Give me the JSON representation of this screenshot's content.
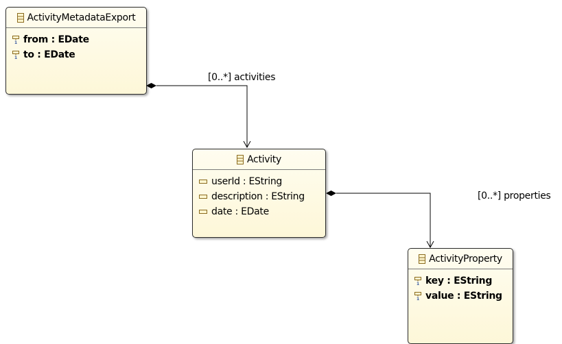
{
  "classes": {
    "export": {
      "name": "ActivityMetadataExport",
      "attributes": [
        {
          "name": "from",
          "type": "EDate",
          "multiplicity": "1",
          "bold": true
        },
        {
          "name": "to",
          "type": "EDate",
          "multiplicity": "1",
          "bold": true
        }
      ]
    },
    "activity": {
      "name": "Activity",
      "attributes": [
        {
          "name": "userId",
          "type": "EString",
          "bold": false
        },
        {
          "name": "description",
          "type": "EString",
          "bold": false
        },
        {
          "name": "date",
          "type": "EDate",
          "bold": false
        }
      ]
    },
    "property": {
      "name": "ActivityProperty",
      "attributes": [
        {
          "name": "key",
          "type": "EString",
          "multiplicity": "1",
          "bold": true
        },
        {
          "name": "value",
          "type": "EString",
          "multiplicity": "1",
          "bold": true
        }
      ]
    }
  },
  "references": {
    "activities": {
      "label": "[0..*] activities",
      "kind": "containment"
    },
    "properties": {
      "label": "[0..*] properties",
      "kind": "containment"
    }
  },
  "colors": {
    "box_fill": "#fdf7d8",
    "box_border": "#2a2a2a",
    "icon_stroke": "#8a6a1e",
    "edge": "#000000"
  }
}
